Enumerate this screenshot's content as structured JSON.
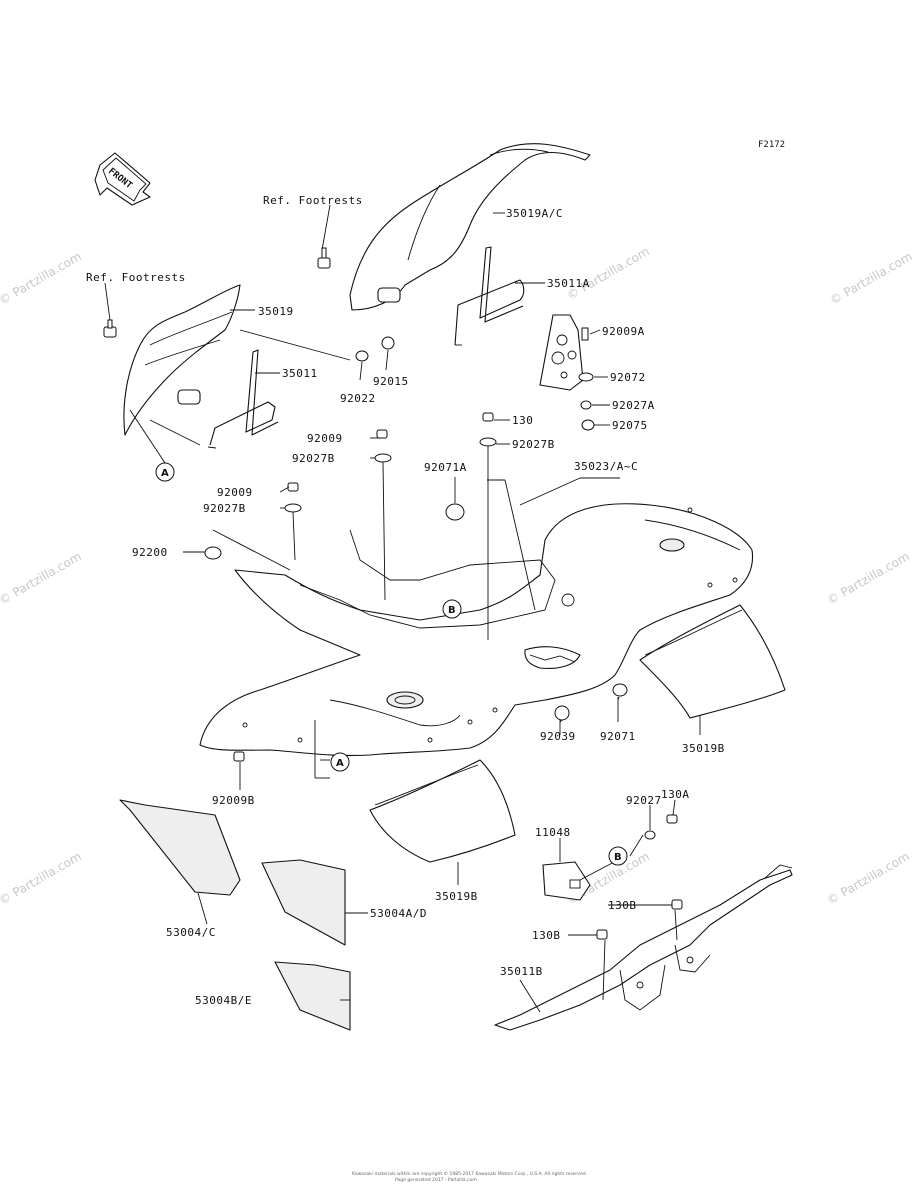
{
  "figure_code": "F2172",
  "front_marker": "FRONT",
  "references": {
    "footrests_1": "Ref. Footrests",
    "footrests_2": "Ref. Footrests"
  },
  "part_labels": {
    "p35019AC": "35019A/C",
    "p35011A": "35011A",
    "p35019": "35019",
    "p35011": "35011",
    "p92015": "92015",
    "p92022": "92022",
    "p92009A": "92009A",
    "p92072": "92072",
    "p92027A": "92027A",
    "p92075": "92075",
    "p130": "130",
    "p92027B_a": "92027B",
    "p92009_a": "92009",
    "p92027B_b": "92027B",
    "p92071A": "92071A",
    "p35023": "35023/A~C",
    "p92009_b": "92009",
    "p92027B_c": "92027B",
    "p92200": "92200",
    "p92071": "92071",
    "p92039": "92039",
    "p35019B_a": "35019B",
    "p92009B": "92009B",
    "p130A": "130A",
    "p92027": "92027",
    "p11048": "11048",
    "p35019B_b": "35019B",
    "p130B_a": "130B",
    "p130B_b": "130B",
    "p53004C": "53004/C",
    "p53004AD": "53004A/D",
    "p35011B": "35011B",
    "p53004BE": "53004B/E"
  },
  "callouts": {
    "A": "A",
    "B": "B"
  },
  "watermark": "© Partzilla.com",
  "footer": {
    "line1": "Kawasaki materials within are copyright © 1985-2017 Kawasaki Motors Corp., U.S.A. All rights reserved.",
    "line2": "Page generated 2017 - Partzilla.com"
  }
}
